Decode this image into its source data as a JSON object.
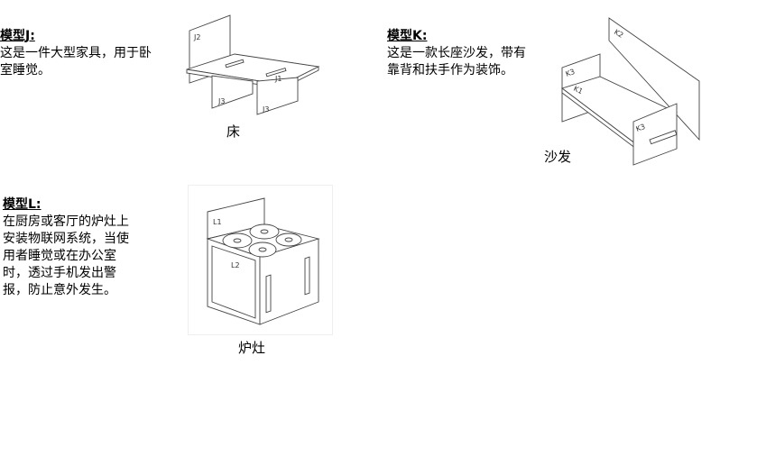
{
  "models": [
    {
      "title": "模型J:",
      "lines": [
        "这是一件大型家具，用于卧",
        "室睡觉。"
      ],
      "caption": "床",
      "part_labels": [
        "J2",
        "J1",
        "J3",
        "J3"
      ]
    },
    {
      "title": "模型K:",
      "lines": [
        "这是一款长座沙发，带有",
        "靠背和扶手作为装饰。"
      ],
      "caption": "沙发",
      "part_labels": [
        "K2",
        "K3",
        "K1",
        "K3"
      ]
    },
    {
      "title": "模型L:",
      "lines": [
        "在厨房或客厅的炉灶上",
        "安装物联网系统，当使",
        "用者睡觉或在办公室",
        "时，透过手机发出警",
        "报，防止意外发生。"
      ],
      "caption": "炉灶",
      "part_labels": [
        "L1",
        "L2"
      ]
    }
  ]
}
